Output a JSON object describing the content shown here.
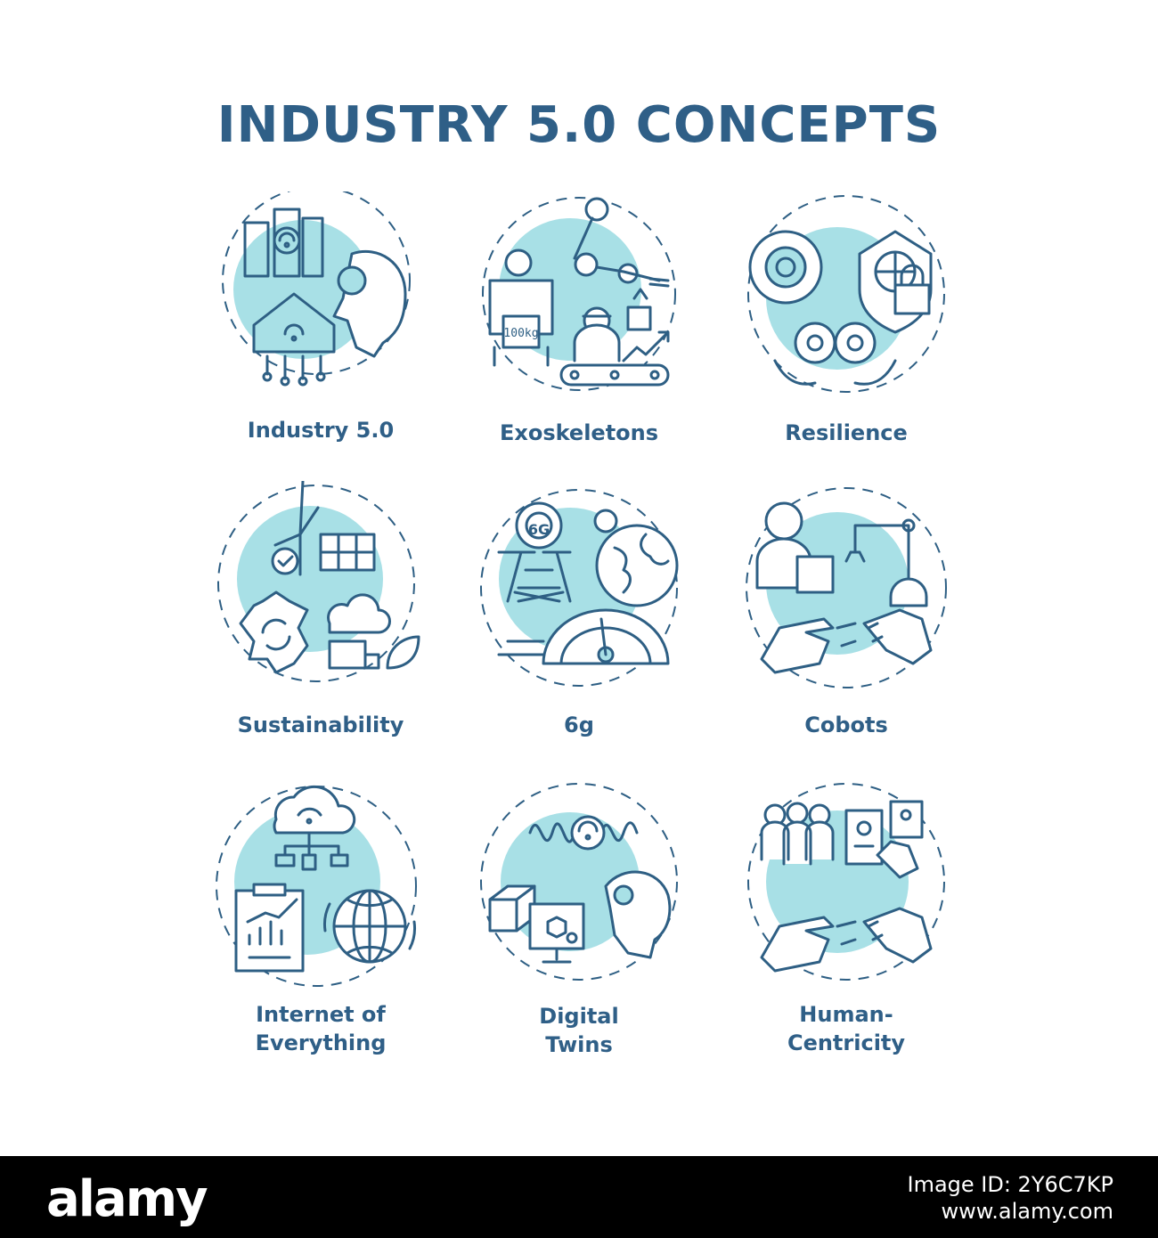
{
  "title": "INDUSTRY 5.0 CONCEPTS",
  "colors": {
    "title": "#2f5f87",
    "line": "#2e5f84",
    "fill": "#a8e0e6"
  },
  "items": [
    {
      "label": "Industry 5.0",
      "icon": "smart-city-ai-icon"
    },
    {
      "label": "Exoskeletons",
      "icon": "exoskeleton-worker-icon"
    },
    {
      "label": "Resilience",
      "icon": "shield-gears-icon"
    },
    {
      "label": "Sustainability",
      "icon": "wind-solar-recycle-icon"
    },
    {
      "label": "6g",
      "icon": "tower-globe-speed-icon"
    },
    {
      "label": "Cobots",
      "icon": "human-robot-hands-icon"
    },
    {
      "label": "Internet of\nEverything",
      "icon": "cloud-network-globe-icon"
    },
    {
      "label": "Digital\nTwins",
      "icon": "wave-cube-head-icon"
    },
    {
      "label": "Human-\nCentricity",
      "icon": "people-profile-hands-icon"
    }
  ],
  "footer": {
    "brand": "alamy",
    "image_id": "Image ID: 2Y6C7KP",
    "site": "www.alamy.com"
  },
  "exo_weight": "100kg",
  "sixg": "6G"
}
